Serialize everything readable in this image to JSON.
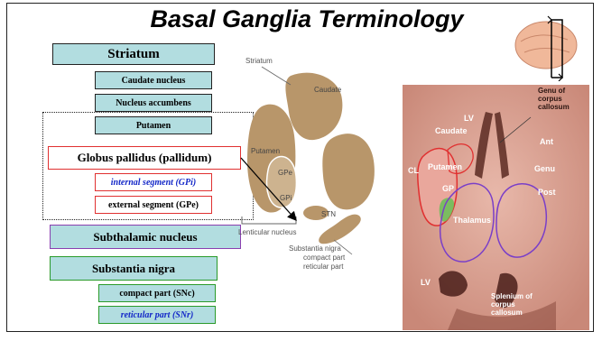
{
  "title": "Basal Ganglia Terminology",
  "terms": {
    "striatum": "Striatum",
    "caudate_nucleus": "Caudate nucleus",
    "nucleus_accumbens": "Nucleus accumbens",
    "putamen": "Putamen",
    "globus_pallidus": "Globus pallidus (pallidum)",
    "internal_segment": "internal segment (GPi)",
    "external_segment": "external segment (GPe)",
    "subthalamic": "Subthalamic nucleus",
    "substantia_nigra": "Substantia nigra",
    "compact_part": "compact part (SNc)",
    "reticular_part": "reticular part (SNr)"
  },
  "diagram_labels": {
    "striatum": "Striatum",
    "caudate": "Caudate",
    "putamen": "Putamen",
    "gpe": "GPe",
    "gpi": "GPi",
    "stn": "STN",
    "lenticular": "Lenticular nucleus",
    "sn_line1": "Substantia nigra",
    "sn_line2": "compact part",
    "sn_line3": "reticular part"
  },
  "photo_labels": {
    "genu_line1": "Genu of",
    "genu_line2": "corpus",
    "genu_line3": "callosum",
    "lv_top": "LV",
    "caudate": "Caudate",
    "ant": "Ant",
    "cl": "CL",
    "putamen": "Putamen",
    "genu": "Genu",
    "gp": "GP",
    "post": "Post",
    "thalamus": "Thalamus",
    "lv_bottom": "LV",
    "splenium_line1": "Splenium of",
    "splenium_line2": "corpus",
    "splenium_line3": "callosum"
  },
  "colors": {
    "teal_fill": "#b2dde0",
    "red_border": "#e03030",
    "purple_border": "#8a3fb0",
    "green_border": "#2a9a2a",
    "blue_text": "#1428c8",
    "tissue": "#b8966a"
  }
}
